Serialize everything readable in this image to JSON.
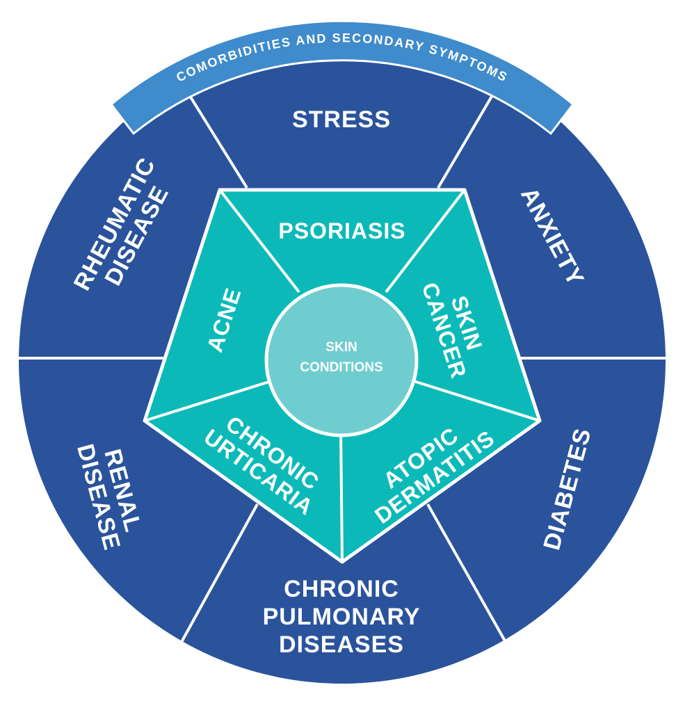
{
  "banner": {
    "text": "COMORBIDITIES AND SECONDARY SYMPTOMS"
  },
  "center": {
    "line1": "SKIN",
    "line2": "CONDITIONS"
  },
  "outer_ring": {
    "stress": {
      "line1": "STRESS"
    },
    "anxiety": {
      "line1": "ANXIETY"
    },
    "diabetes": {
      "line1": "DIABETES"
    },
    "chronic_pulmonary": {
      "line1": "CHRONIC",
      "line2": "PULMONARY",
      "line3": "DISEASES"
    },
    "renal": {
      "line1": "RENAL",
      "line2": "DISEASE"
    },
    "rheumatic": {
      "line1": "RHEUMATIC",
      "line2": "DISEASE"
    }
  },
  "inner_ring": {
    "psoriasis": {
      "line1": "PSORIASIS"
    },
    "skin_cancer": {
      "line1": "SKIN",
      "line2": "CANCER"
    },
    "atopic_dermatitis": {
      "line1": "ATOPIC",
      "line2": "DERMATITIS"
    },
    "chronic_urticaria": {
      "line1": "CHRONIC",
      "line2": "URTICARIA"
    },
    "acne": {
      "line1": "ACNE"
    }
  },
  "colors": {
    "outer_ring": "#2a539c",
    "inner_ring": "#0bbab8",
    "center": "#6fcdcf",
    "banner": "#3f8bcb",
    "divider": "#ffffff"
  }
}
